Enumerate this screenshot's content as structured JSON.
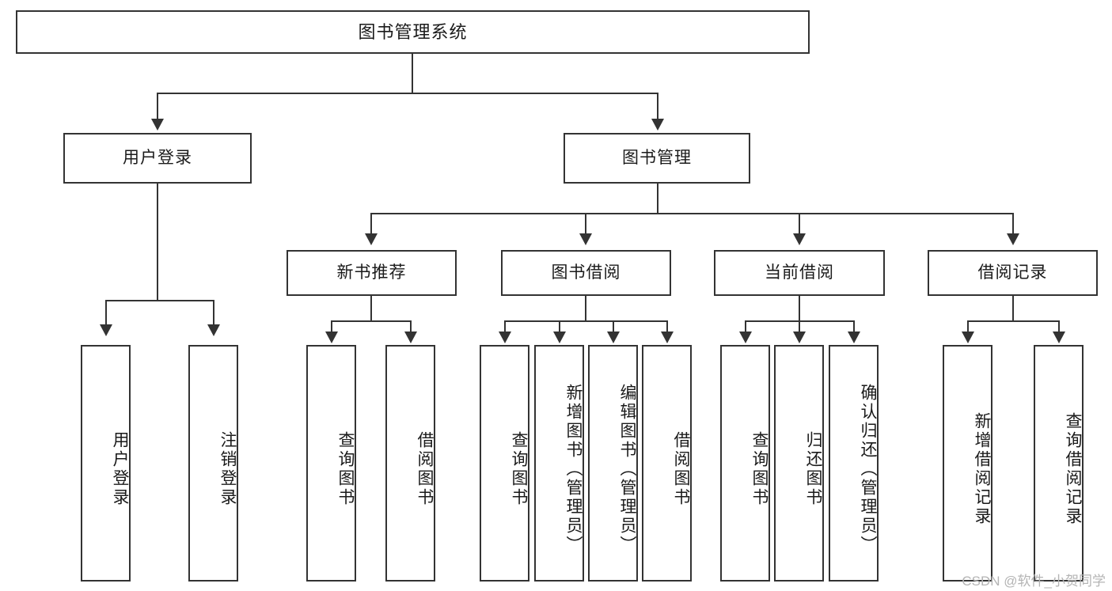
{
  "diagram": {
    "title": "图书管理系统",
    "type": "tree-hierarchy-diagram",
    "accent_color": "#333333",
    "background_color": "#ffffff",
    "nodes": {
      "root": {
        "label": "图书管理系统"
      },
      "level2": [
        {
          "id": "user-login",
          "label": "用户登录"
        },
        {
          "id": "book-management",
          "label": "图书管理"
        }
      ],
      "level3": [
        {
          "id": "new-book-recommend",
          "label": "新书推荐"
        },
        {
          "id": "book-borrow",
          "label": "图书借阅"
        },
        {
          "id": "current-borrow",
          "label": "当前借阅"
        },
        {
          "id": "borrow-record",
          "label": "借阅记录"
        }
      ],
      "leaves": {
        "user_login": [
          {
            "id": "leaf-user-login",
            "label": "用户登录"
          },
          {
            "id": "leaf-logout-login",
            "label": "注销登录"
          }
        ],
        "new_book_recommend": [
          {
            "id": "leaf-query-book-1",
            "label": "查询图书"
          },
          {
            "id": "leaf-borrow-book-1",
            "label": "借阅图书"
          }
        ],
        "book_borrow": [
          {
            "id": "leaf-query-book-2",
            "label": "查询图书"
          },
          {
            "id": "leaf-add-book",
            "label": "新增图书（管理员）"
          },
          {
            "id": "leaf-edit-book",
            "label": "编辑图书（管理员）"
          },
          {
            "id": "leaf-borrow-book-2",
            "label": "借阅图书"
          }
        ],
        "current_borrow": [
          {
            "id": "leaf-query-book-3",
            "label": "查询图书"
          },
          {
            "id": "leaf-return-book",
            "label": "归还图书"
          },
          {
            "id": "leaf-confirm-return",
            "label": "确认归还（管理员）"
          }
        ],
        "borrow_record": [
          {
            "id": "leaf-add-borrow-record",
            "label": "新增借阅记录"
          },
          {
            "id": "leaf-query-borrow-record",
            "label": "查询借阅记录"
          }
        ]
      }
    },
    "watermark": "CSDN @软件_小贺同学"
  }
}
